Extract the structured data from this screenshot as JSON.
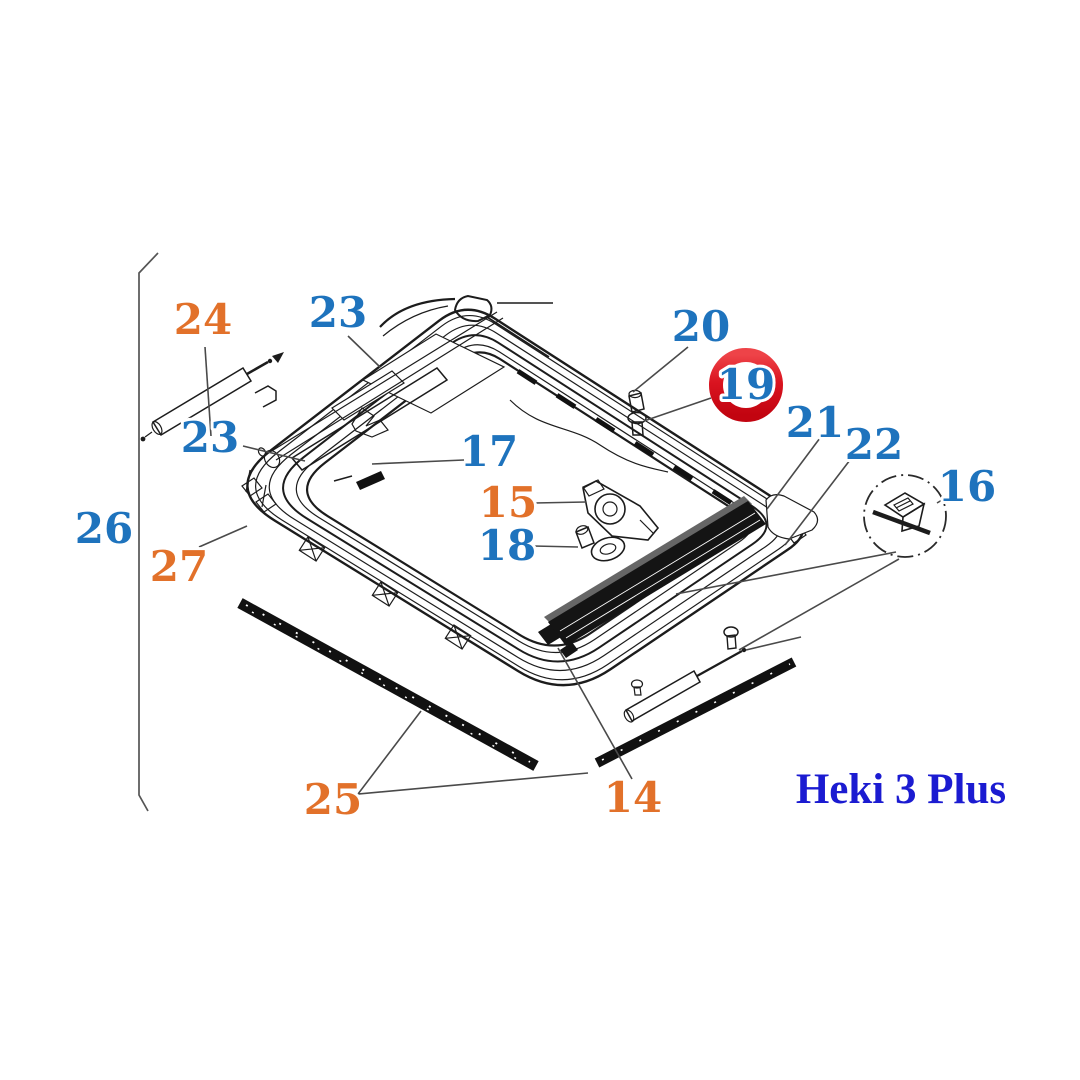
{
  "product": {
    "name": "Heki 3 Plus"
  },
  "palette": {
    "label_blue": "#1e73bd",
    "label_orange": "#e2712a",
    "title_blue": "#1b1bd1",
    "highlight_red": "#d2101c",
    "line_black": "#1c1c1c",
    "leader_gray": "#4a4a4a"
  },
  "highlight": {
    "part": "19"
  },
  "labels": {
    "p14": {
      "text": "14"
    },
    "p15": {
      "text": "15"
    },
    "p16": {
      "text": "16"
    },
    "p17": {
      "text": "17"
    },
    "p18": {
      "text": "18"
    },
    "p19": {
      "text": "19"
    },
    "p20": {
      "text": "20"
    },
    "p21": {
      "text": "21"
    },
    "p22": {
      "text": "22"
    },
    "p23a": {
      "text": "23"
    },
    "p23b": {
      "text": "23"
    },
    "p24": {
      "text": "24"
    },
    "p25": {
      "text": "25"
    },
    "p26": {
      "text": "26"
    },
    "p27": {
      "text": "27"
    }
  }
}
